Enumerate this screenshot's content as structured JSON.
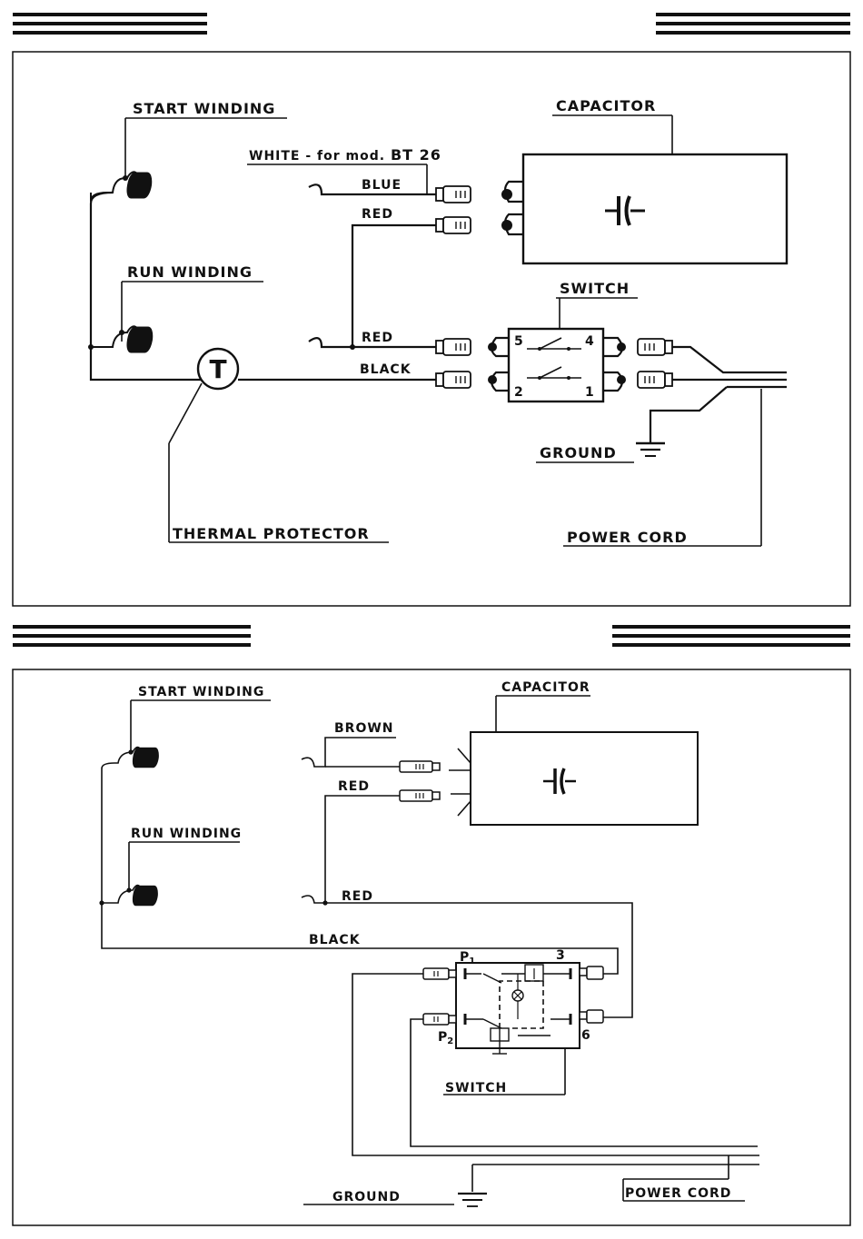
{
  "diagram1": {
    "start_winding": "START WINDING",
    "run_winding": "RUN WINDING",
    "capacitor": "CAPACITOR",
    "switch": "SWITCH",
    "white_note": "WHITE - for mod.",
    "white_model": "BT 26",
    "wire_blue": "BLUE",
    "wire_red_top": "RED",
    "wire_red": "RED",
    "wire_black": "BLACK",
    "thermal_protector": "THERMAL PROTECTOR",
    "thermal_symbol": "T",
    "ground": "GROUND",
    "power_cord": "POWER CORD",
    "switch_terminals": [
      "5",
      "4",
      "2",
      "1"
    ]
  },
  "diagram2": {
    "start_winding": "START WINDING",
    "run_winding": "RUN WINDING",
    "capacitor": "CAPACITOR",
    "wire_brown": "BROWN",
    "wire_red_top": "RED",
    "wire_red": "RED",
    "wire_black": "BLACK",
    "switch": "SWITCH",
    "ground": "GROUND",
    "power_cord": "POWER CORD",
    "terminal_p1": "P",
    "terminal_p1_sub": "1",
    "terminal_p2": "P",
    "terminal_p2_sub": "2",
    "terminal_3": "3",
    "terminal_6": "6"
  }
}
